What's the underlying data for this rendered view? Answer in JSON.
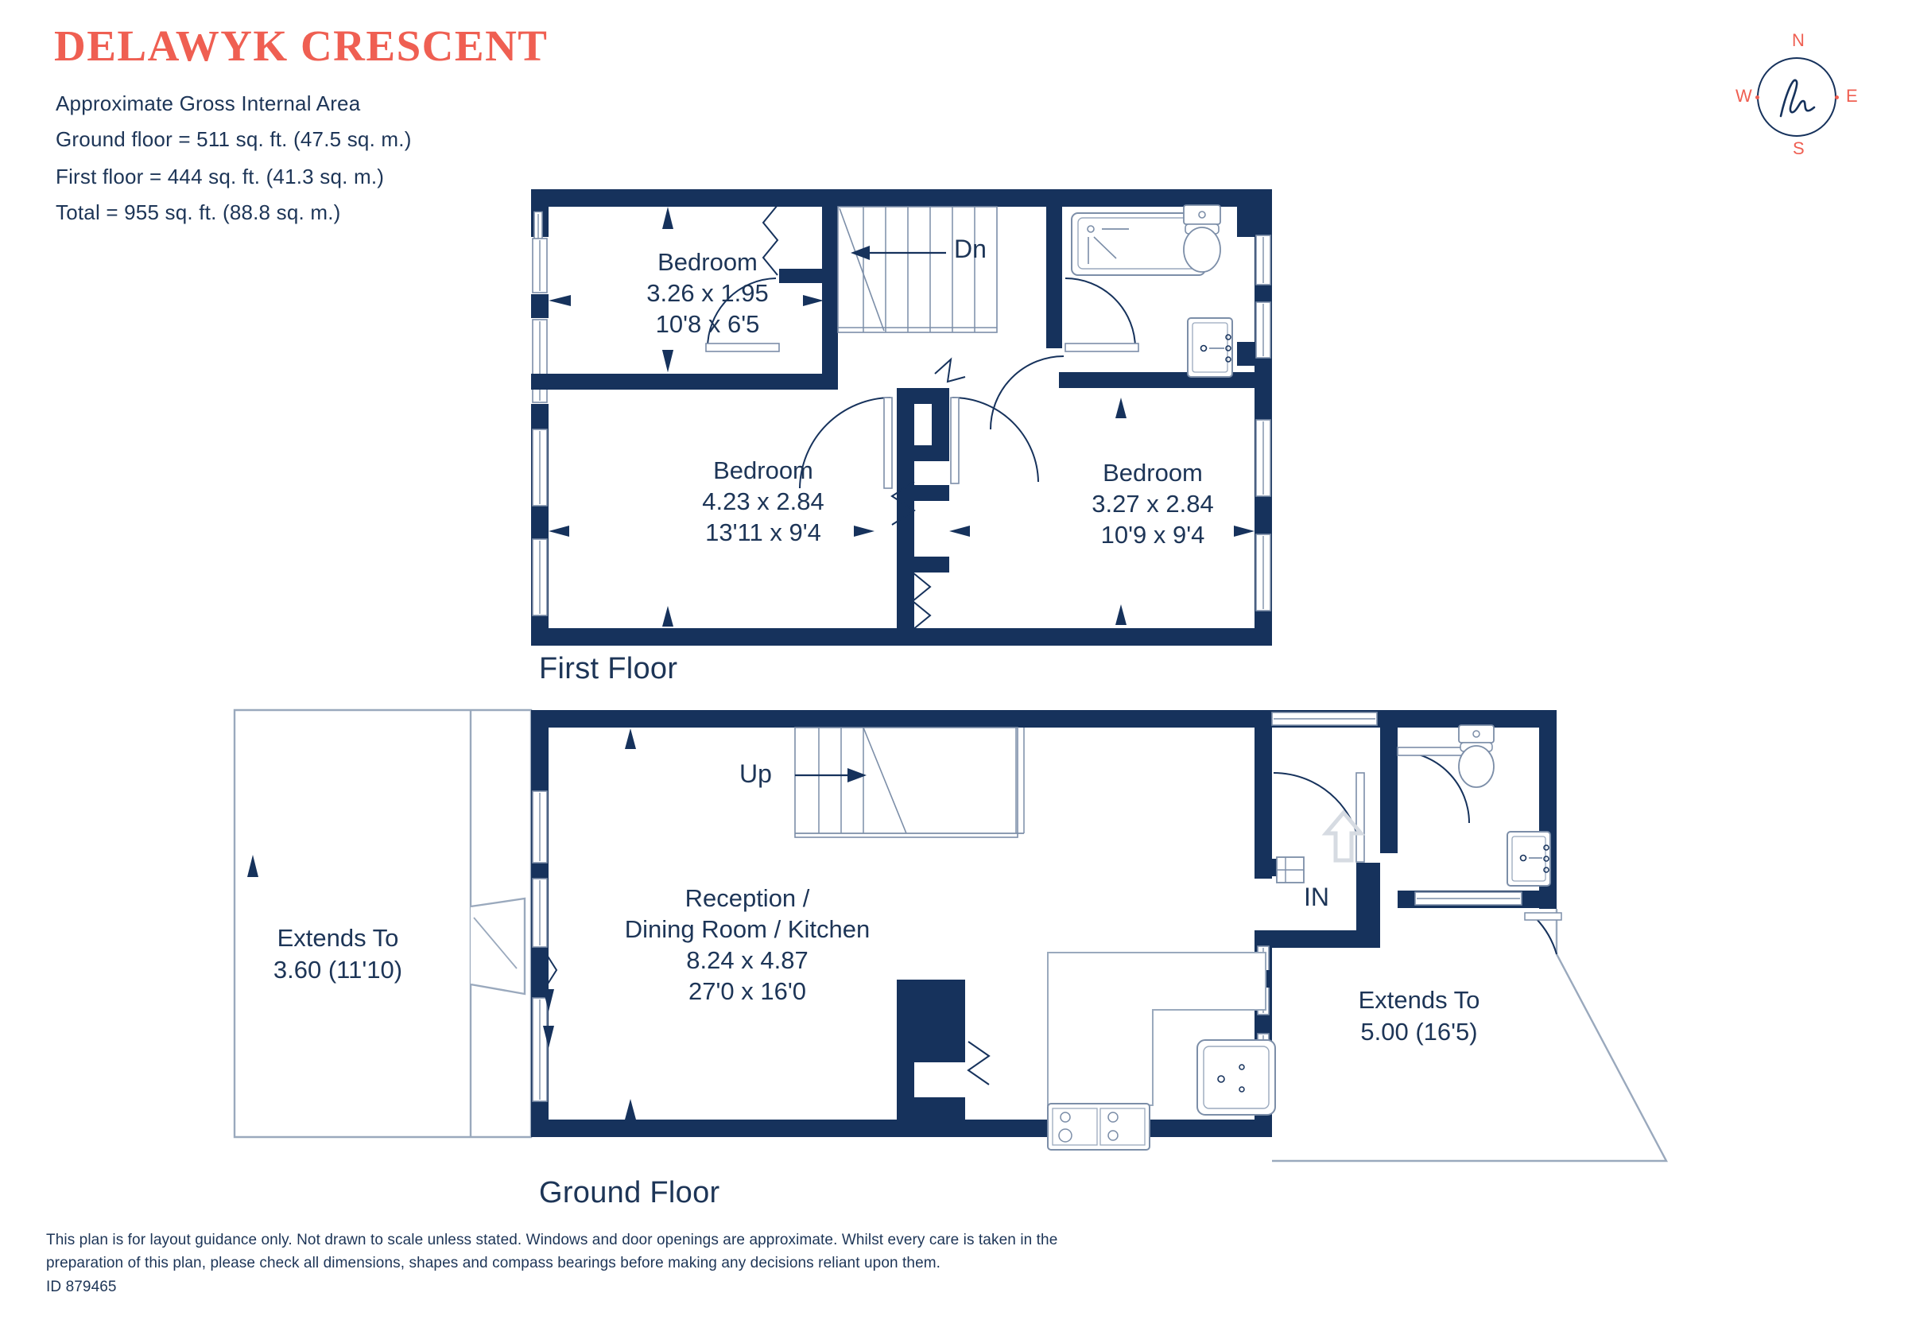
{
  "header": {
    "title": "DELAWYK CRESCENT",
    "approx_label": "Approximate Gross Internal Area",
    "ground_floor_area": "Ground floor = 511 sq. ft. (47.5 sq. m.)",
    "first_floor_area": "First floor  = 444 sq. ft. (41.3 sq. m.)",
    "total_area": "Total =  955 sq. ft. (88.8 sq. m.)"
  },
  "compass": {
    "north": "N",
    "east": "E",
    "south": "S",
    "west": "W",
    "logo": "h-monogram",
    "accent_color": "#ef5f52",
    "ink_color": "#16325c"
  },
  "floors": [
    {
      "key": "first",
      "caption": "First Floor",
      "rooms": [
        {
          "name": "Bedroom",
          "metric": "3.26 x 1.95",
          "imperial": "10'8 x 6'5"
        },
        {
          "name": "Bedroom",
          "metric": "4.23 x 2.84",
          "imperial": "13'11 x 9'4"
        },
        {
          "name": "Bedroom",
          "metric": "3.27 x 2.84",
          "imperial": "10'9 x 9'4"
        }
      ],
      "stair_label": "Dn"
    },
    {
      "key": "ground",
      "caption": "Ground Floor",
      "rooms": [
        {
          "name": "Reception /",
          "name2": "Dining Room / Kitchen",
          "metric": "8.24 x 4.87",
          "imperial": "27'0 x 16'0"
        }
      ],
      "stair_label": "Up",
      "entrance_label": "IN",
      "extends_left": {
        "line1": "Extends To",
        "line2": "3.60 (11'10)"
      },
      "extends_right": {
        "line1": "Extends To",
        "line2": "5.00 (16'5)"
      }
    }
  ],
  "footer": {
    "disclaimer_line1": "This plan is for layout guidance only. Not drawn to scale unless stated. Windows and door openings are approximate. Whilst every care is taken",
    "disclaimer_line2": "in the preparation of this plan, please check all dimensions, shapes and compass bearings before making any decisions reliant upon them.",
    "plan_id": "ID 879465"
  },
  "colors": {
    "wall": "#16325c",
    "accent": "#ef5f52",
    "text": "#1d3557",
    "thin_line": "#5a7391",
    "arrow_grey": "#d6dbe2"
  }
}
